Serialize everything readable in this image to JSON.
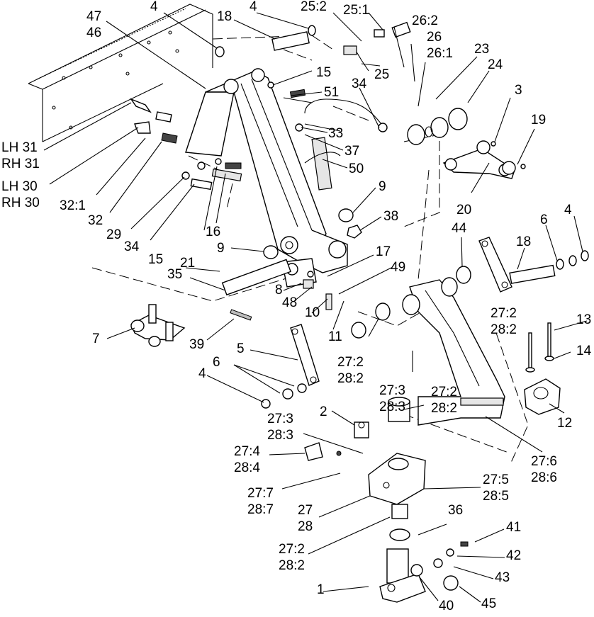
{
  "callouts": {
    "c4a": "4",
    "c18a": "18",
    "c4b": "4",
    "c25_2": "25:2",
    "c25_1": "25:1",
    "c26_2": "26:2",
    "c26": "26",
    "c26_1": "26:1",
    "c23": "23",
    "c24": "24",
    "c47": "47",
    "c46": "46",
    "c15a": "15",
    "c25": "25",
    "c34a": "34",
    "c51": "51",
    "c3": "3",
    "c19": "19",
    "c33": "33",
    "c37": "37",
    "c50": "50",
    "lh31": "LH 31",
    "rh31": "RH 31",
    "lh30": "LH 30",
    "rh30": "RH 30",
    "c32_1": "32:1",
    "c32": "32",
    "c29": "29",
    "c34b": "34",
    "c15b": "15",
    "c16": "16",
    "c9a": "9",
    "c9b": "9",
    "c38": "38",
    "c20": "20",
    "c44": "44",
    "c6a": "6",
    "c4c": "4",
    "c18b": "18",
    "c21": "21",
    "c17": "17",
    "c35": "35",
    "c8": "8",
    "c49": "49",
    "c48": "48",
    "c10": "10",
    "c11": "11",
    "c27_2a": "27:2",
    "c28_2a": "28:2",
    "c13": "13",
    "c14": "14",
    "c7": "7",
    "c39": "39",
    "c5": "5",
    "c6b": "6",
    "c27_2b": "27:2",
    "c28_2b": "28:2",
    "c4d": "4",
    "c27_3a": "27:3",
    "c28_3a": "28:3",
    "c27_2c": "27:2",
    "c28_2c": "28:2",
    "c12": "12",
    "c2": "2",
    "c27_3b": "27:3",
    "c28_3b": "28:3",
    "c27_4": "27:4",
    "c28_4": "28:4",
    "c27_6": "27:6",
    "c28_6": "28:6",
    "c27_5": "27:5",
    "c28_5": "28:5",
    "c27_7": "27:7",
    "c28_7": "28:7",
    "c27": "27",
    "c28": "28",
    "c36": "36",
    "c27_2d": "27:2",
    "c28_2d": "28:2",
    "c41": "41",
    "c42": "42",
    "c43": "43",
    "c1": "1",
    "c40": "40",
    "c45": "45"
  }
}
